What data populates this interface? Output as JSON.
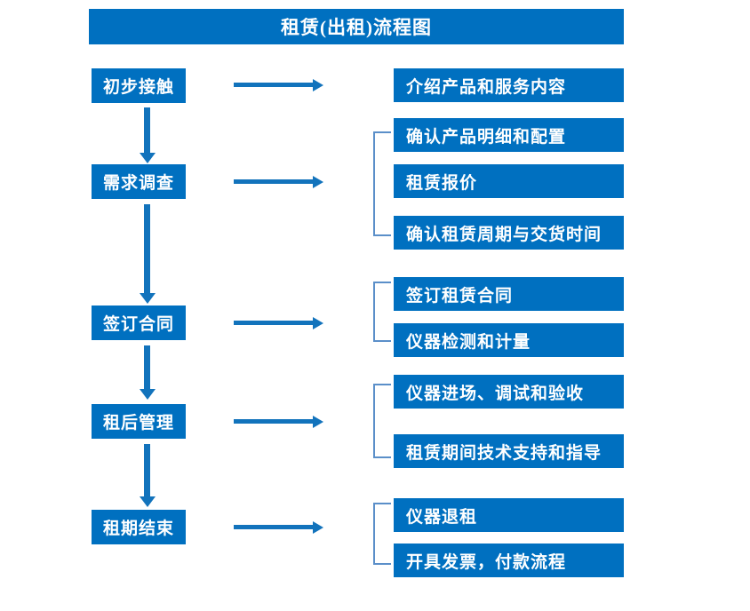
{
  "diagram": {
    "title": "租赁(出租)流程图",
    "accent_color": "#0070C0",
    "connector_color": "#1273BC",
    "bracket_color": "#5B8FC9",
    "text_color": "#FFFFFF",
    "background_color": "#FFFFFF"
  },
  "stages": [
    {
      "label": "初步接触"
    },
    {
      "label": "需求调查"
    },
    {
      "label": "签订合同"
    },
    {
      "label": "租后管理"
    },
    {
      "label": "租期结束"
    }
  ],
  "details": [
    {
      "label": "介绍产品和服务内容"
    },
    {
      "label": "确认产品明细和配置"
    },
    {
      "label": "租赁报价"
    },
    {
      "label": "确认租赁周期与交货时间"
    },
    {
      "label": "签订租赁合同"
    },
    {
      "label": "仪器检测和计量"
    },
    {
      "label": "仪器进场、调试和验收"
    },
    {
      "label": "租赁期间技术支持和指导"
    },
    {
      "label": "仪器退租"
    },
    {
      "label": "开具发票，付款流程"
    }
  ],
  "flow_arrows": {
    "vertical_count": 4,
    "horizontal_count": 5,
    "direction_vertical": "down",
    "direction_horizontal": "right"
  },
  "groups": [
    {
      "stage": "需求调查",
      "members": [
        "确认产品明细和配置",
        "租赁报价",
        "确认租赁周期与交货时间"
      ]
    },
    {
      "stage": "签订合同",
      "members": [
        "签订租赁合同",
        "仪器检测和计量"
      ]
    },
    {
      "stage": "租后管理",
      "members": [
        "仪器进场、调试和验收",
        "租赁期间技术支持和指导"
      ]
    },
    {
      "stage": "租期结束",
      "members": [
        "仪器退租",
        "开具发票，付款流程"
      ]
    }
  ]
}
